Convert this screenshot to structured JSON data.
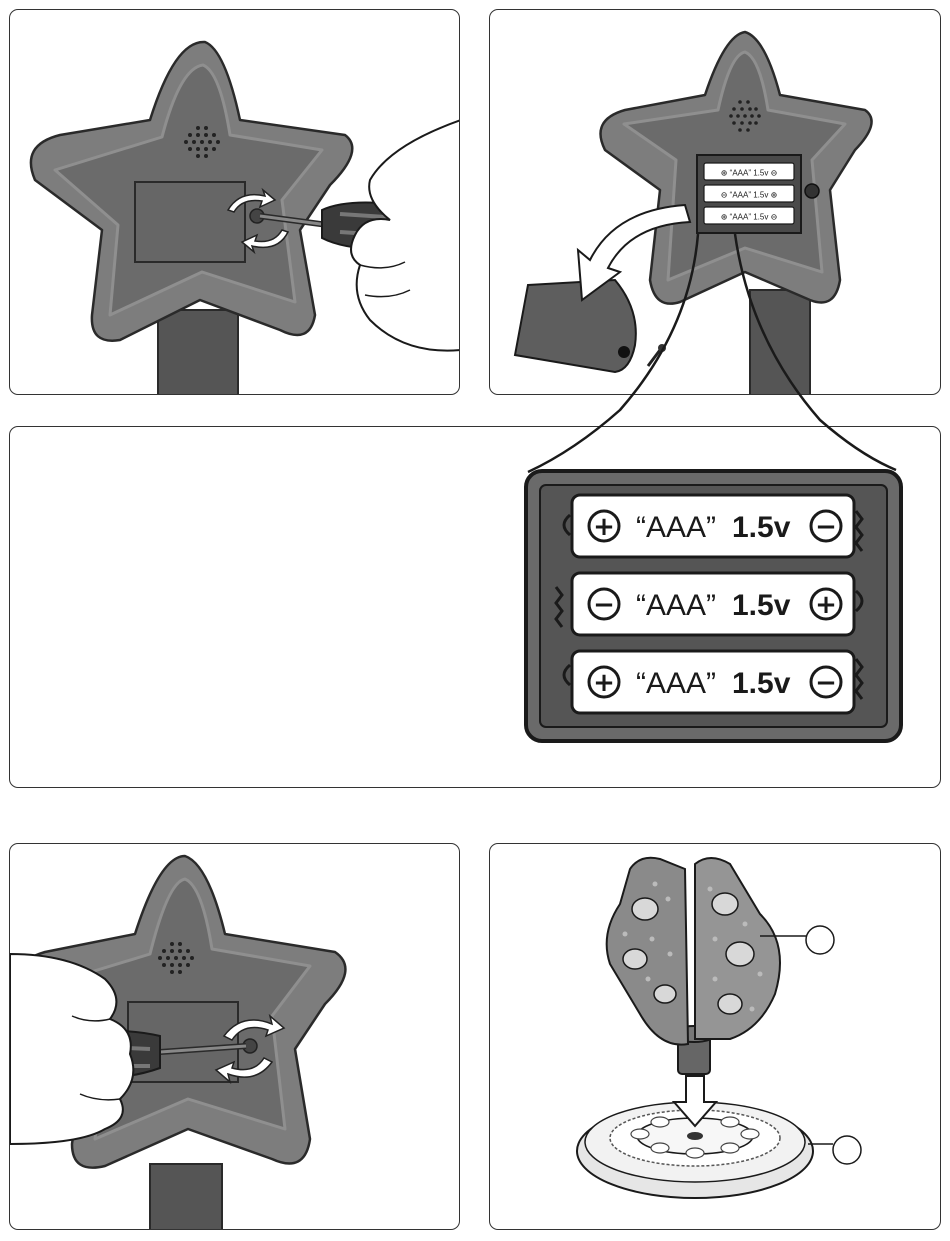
{
  "battery_label": {
    "type": "“AAA”",
    "voltage": "1.5v"
  },
  "cells": [
    {
      "left": "+",
      "right": "−"
    },
    {
      "left": "−",
      "right": "+"
    },
    {
      "left": "+",
      "right": "−"
    }
  ],
  "colors": {
    "housing": "#7d7d7d",
    "housing_dark": "#5b5b5b",
    "plate": "#636363",
    "outline": "#2a2a2a",
    "hand": "#ffffff"
  },
  "icons": [
    "screwdriver-icon",
    "hand-icon",
    "rotate-arrow-icon",
    "screw-icon",
    "star-housing",
    "battery-compartment",
    "callout-circle"
  ]
}
